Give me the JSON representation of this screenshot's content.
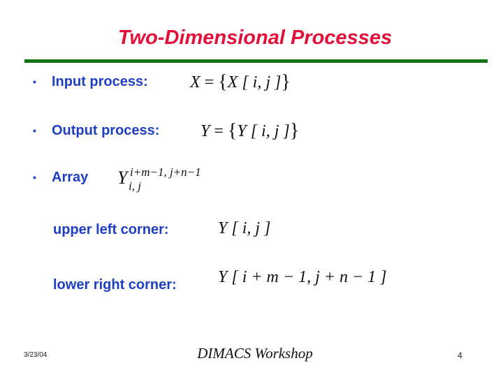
{
  "slide": {
    "title": "Two-Dimensional Processes",
    "colors": {
      "title": "#e0103a",
      "rule": "#137313",
      "body_text": "#1f3fc0",
      "math": "#111111"
    },
    "bullets": [
      {
        "marker": "•",
        "label": "Input process:",
        "math": {
          "lhs": "X",
          "eq": " = ",
          "open": "{",
          "body": "X [ i, j ]",
          "close": "}"
        }
      },
      {
        "marker": "•",
        "label": "Output process:",
        "math": {
          "lhs": "Y",
          "eq": " = ",
          "open": "{",
          "body": "Y [ i, j ]",
          "close": "}"
        }
      },
      {
        "marker": "•",
        "label": "Array",
        "math": {
          "base": "Y",
          "superscript": "i+m−1, j+n−1",
          "subscript": "i, j"
        }
      }
    ],
    "sub_items": [
      {
        "label": "upper left corner:",
        "math": "Y [ i, j ]"
      },
      {
        "label": "lower right corner:",
        "math": "Y [ i + m − 1, j + n − 1 ]"
      }
    ],
    "footer": {
      "date": "3/23/04",
      "center": "DIMACS Workshop",
      "page": "4"
    }
  }
}
